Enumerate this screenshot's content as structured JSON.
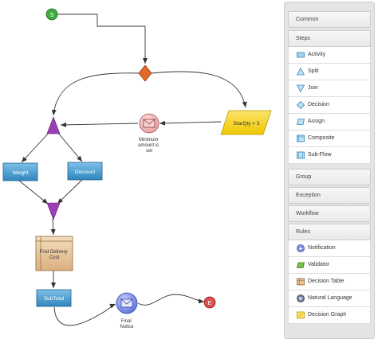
{
  "diagram": {
    "start_label": "S",
    "end_label": "E",
    "nodes": {
      "weight": "Weight",
      "discount": "Discount",
      "starqty": "StarQty = 3",
      "find_delivery": [
        "Find Delivery",
        "Cost"
      ],
      "subtotal": "SubTotal",
      "min_amount": [
        "Minimum",
        "amount is",
        "set"
      ],
      "final_notice": [
        "Final",
        "Notice"
      ]
    }
  },
  "toolbox": {
    "common": "Common",
    "steps": "Steps",
    "step_items": [
      "Activity",
      "Split",
      "Join",
      "Decision",
      "Assign",
      "Composite",
      "Sub-Flow"
    ],
    "group": "Group",
    "exception": "Exception",
    "workflow": "Workflow",
    "rules": "Rules",
    "rule_items": [
      "Notification",
      "Validator",
      "Decision Table",
      "Natural Language",
      "Decision Graph"
    ]
  },
  "colors": {
    "start_green": "#3faa3f",
    "end_red": "#d85050",
    "activity_blue": "#3f93c7",
    "gateway_purple": "#9b3fb3",
    "decision_orange": "#e06a2a",
    "assign_yellow": "#f5d21c",
    "composite_tan": "#e8c497",
    "notification_blue": "#6a7fe0",
    "min_amount_pink": "#f0b8b8"
  }
}
